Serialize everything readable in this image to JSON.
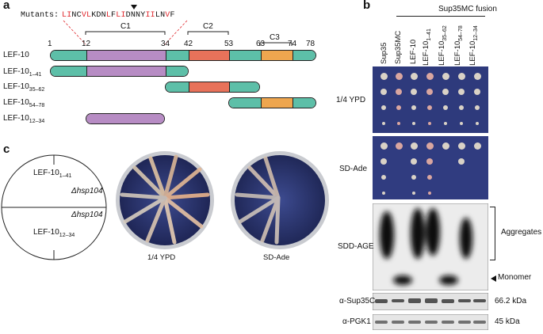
{
  "panels": {
    "a": "a",
    "b": "b",
    "c": "c"
  },
  "panel_a": {
    "mutants_label": "Mutants:",
    "mutant_sequence": [
      {
        "t": "L",
        "h": true
      },
      {
        "t": "I",
        "h": true
      },
      {
        "t": "N",
        "h": false
      },
      {
        "t": "C",
        "h": false
      },
      {
        "t": "V",
        "h": true
      },
      {
        "t": "L",
        "h": true
      },
      {
        "t": "K",
        "h": false
      },
      {
        "t": "D",
        "h": false
      },
      {
        "t": "N",
        "h": false
      },
      {
        "t": "L",
        "h": true
      },
      {
        "t": "F",
        "h": false
      },
      {
        "t": "L",
        "h": true
      },
      {
        "t": "I",
        "h": true
      },
      {
        "t": "D",
        "h": false
      },
      {
        "t": "N",
        "h": false
      },
      {
        "t": "N",
        "h": false
      },
      {
        "t": "Y",
        "h": false
      },
      {
        "t": "I",
        "h": true
      },
      {
        "t": "I",
        "h": true
      },
      {
        "t": "L",
        "h": false
      },
      {
        "t": "N",
        "h": false
      },
      {
        "t": "V",
        "h": true
      },
      {
        "t": "F",
        "h": false
      }
    ],
    "region_labels": [
      "C1",
      "C2",
      "C3"
    ],
    "positions": [
      "1",
      "12",
      "34",
      "42",
      "53",
      "63",
      "74",
      "78"
    ],
    "constructs": [
      {
        "name": "LEF-10",
        "sub": ""
      },
      {
        "name": "LEF-10",
        "sub": "1–41"
      },
      {
        "name": "LEF-10",
        "sub": "35–62"
      },
      {
        "name": "LEF-10",
        "sub": "54–78"
      },
      {
        "name": "LEF-10",
        "sub": "12–34"
      }
    ]
  },
  "panel_b": {
    "fusion_header": "Sup35MC fusion",
    "lanes": [
      {
        "name": "Sup35",
        "sub": ""
      },
      {
        "name": "Sup35MC",
        "sub": ""
      },
      {
        "name": "LEF-10",
        "sub": ""
      },
      {
        "name": "LEF-10",
        "sub": "1–41"
      },
      {
        "name": "LEF-10",
        "sub": "35–62"
      },
      {
        "name": "LEF-10",
        "sub": "54–78"
      },
      {
        "name": "LEF-10",
        "sub": "12–34"
      }
    ],
    "plate1_label": "1/4 YPD",
    "plate2_label": "SD-Ade",
    "gel_label": "SDD-AGE",
    "aggregates_label": "Aggregates",
    "monomer_label": "Monomer",
    "wb1_label": "α-Sup35C",
    "wb1_size": "66.2 kDa",
    "wb2_label": "α-PGK1",
    "wb2_size": "45 kDa"
  },
  "panel_c": {
    "q_top_name": "LEF-10",
    "q_top_sub": "1–41",
    "q_top_right": "Δhsp104",
    "q_bottom_left": "Δhsp104",
    "q_bottom_name": "LEF-10",
    "q_bottom_sub": "12–34",
    "plate1_label": "1/4 YPD",
    "plate2_label": "SD-Ade"
  },
  "colors": {
    "teal": "#5dbfa8",
    "purple": "#b78cc4",
    "red": "#e8725a",
    "orange": "#eea64f",
    "plate_bg": "#2f3a78",
    "mutation_red": "#e0262b"
  }
}
